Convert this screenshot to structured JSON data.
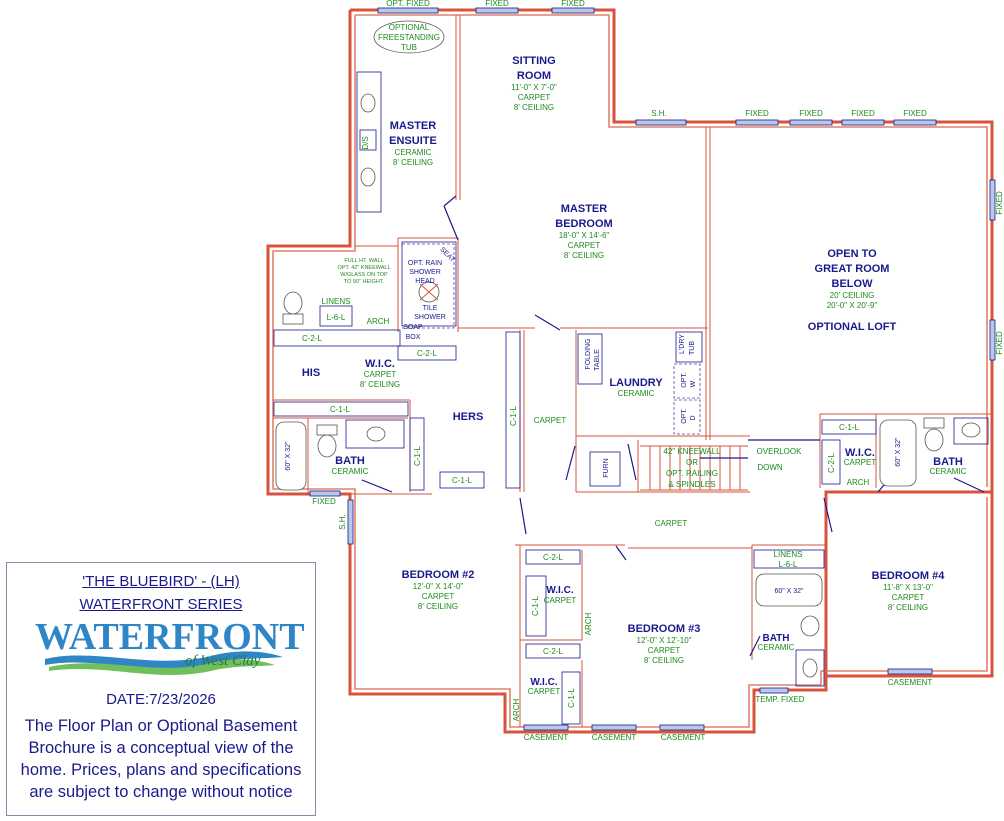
{
  "plan": {
    "rooms": {
      "sitting": {
        "name": [
          "SITTING",
          "ROOM"
        ],
        "size": "11'-0\" X 7'-0\"",
        "floor": "CARPET",
        "ceiling": "8' CEILING"
      },
      "master_bedroom": {
        "name": [
          "MASTER",
          "BEDROOM"
        ],
        "size": "18'-0\" X 14'-6\"",
        "floor": "CARPET",
        "ceiling": "8' CEILING"
      },
      "master_ensuite": {
        "name": [
          "MASTER",
          "ENSUITE"
        ],
        "floor": "CERAMIC",
        "ceiling": "8' CEILING"
      },
      "open_great_room": {
        "name": [
          "OPEN TO",
          "GREAT ROOM",
          "BELOW"
        ],
        "ceiling": "20' CEILING",
        "size": "20'-0\" X 20'-9\""
      },
      "optional_loft": {
        "name": "OPTIONAL LOFT"
      },
      "his": {
        "name": "HIS"
      },
      "hers": {
        "name": "HERS"
      },
      "wic_master": {
        "name": "W.I.C.",
        "floor": "CARPET",
        "ceiling": "8' CEILING"
      },
      "laundry": {
        "name": "LAUNDRY",
        "floor": "CERAMIC"
      },
      "bath_left": {
        "name": "BATH",
        "floor": "CERAMIC"
      },
      "bath_right": {
        "name": "BATH",
        "floor": "CERAMIC"
      },
      "bath_mid": {
        "name": "BATH",
        "floor": "CERAMIC"
      },
      "wic_right": {
        "name": "W.I.C.",
        "floor": "CARPET"
      },
      "wic_b2": {
        "name": "W.I.C.",
        "floor": "CARPET"
      },
      "wic_b3": {
        "name": "W.I.C.",
        "floor": "CARPET"
      },
      "bedroom2": {
        "name": "BEDROOM #2",
        "size": "12'-0\" X 14'-0\"",
        "floor": "CARPET",
        "ceiling": "8' CEILING"
      },
      "bedroom3": {
        "name": "BEDROOM #3",
        "size": "12'-0\" X 12'-10\"",
        "floor": "CARPET",
        "ceiling": "8' CEILING"
      },
      "bedroom4": {
        "name": "BEDROOM #4",
        "size": "11'-8\" X 13'-0\"",
        "floor": "CARPET",
        "ceiling": "8' CEILING"
      }
    },
    "labels": {
      "carpet_hall_left": "CARPET",
      "carpet_hall_mid": "CARPET",
      "overlook": "OVERLOOK",
      "down": "DOWN",
      "kneewall": [
        "42\" KNEEWALL",
        "OR",
        "OPT. RAILING",
        "& SPINDLES"
      ],
      "tub": [
        "OPTIONAL",
        "FREESTANDING",
        "TUB"
      ],
      "shower": [
        "OPT. RAIN",
        "SHOWER",
        "HEAD"
      ],
      "tile_shower": [
        "TILE",
        "SHOWER"
      ],
      "seat": "SEAT",
      "soap_box": [
        "SOAP",
        "BOX"
      ],
      "half_wall_note": [
        "FULL HT. WALL",
        "OPT. 42\" KNEEWALL",
        "W/GLASS ON TOP",
        "TO 90\" HEIGHT."
      ],
      "ds": "D/S",
      "linens_left": "LINENS",
      "l6l_left": "L-6-L",
      "linens_mid": "LINENS",
      "l6l_mid": "L-6-L",
      "arch_master": "ARCH",
      "arch_right": "ARCH",
      "arch_b2": "ARCH",
      "arch_b3": "ARCH",
      "folding_table": [
        "FOLDING",
        "TABLE"
      ],
      "ldry_tub": [
        "L'DRY",
        "TUB"
      ],
      "opt_w": [
        "OPT.",
        "W"
      ],
      "opt_d": [
        "OPT.",
        "D"
      ],
      "furn": "FURN",
      "tub_left": "60\" X 32\"",
      "tub_right": "60\" X 32\"",
      "tub_mid": "60\" X 32\""
    },
    "cabinets": {
      "c2l_his": "C-2-L",
      "c2l_ens": "C-2-L",
      "c1l_his": "C-1-L",
      "c1l_hers_v": "C-1-L",
      "c1l_bath": "C-1-L",
      "c1l_hers_b": "C-1-L",
      "c1l_right": "C-1-L",
      "c2l_right": "C-2-L",
      "c2l_b2top": "C-2-L",
      "c1l_b2": "C-1-L",
      "c2l_b3top": "C-2-L",
      "c1l_b3": "C-1-L"
    },
    "windows": {
      "opt_fixed_top": "OPT. FIXED",
      "fixed_top1": "FIXED",
      "fixed_top2": "FIXED",
      "sh_top": "S.H.",
      "fixed_r1": "FIXED",
      "fixed_r2": "FIXED",
      "fixed_r3": "FIXED",
      "fixed_r4": "FIXED",
      "fixed_side1": "FIXED",
      "fixed_side2": "FIXED",
      "fixed_bath_left": "FIXED",
      "sh_left": "S.H.",
      "casement1": "CASEMENT",
      "casement2": "CASEMENT",
      "casement3": "CASEMENT",
      "casement_right": "CASEMENT",
      "temp_fixed": "TEMP. FIXED"
    }
  },
  "info": {
    "title": "'THE BLUEBIRD' - (LH)",
    "series": "WATERFRONT SERIES",
    "brand_main": "WATERFRONT",
    "brand_sub": "of West Clay",
    "date": "DATE:7/23/2026",
    "disclaimer": [
      "The Floor Plan or Optional Basement",
      "Brochure is a conceptual view of the",
      "home.  Prices, plans and specifications",
      "are subject to change without notice"
    ]
  },
  "colors": {
    "wall": "#d9533c",
    "room_text": "#1a1a8c",
    "detail_text": "#1d8a1d",
    "brand_blue": "#2f86c7",
    "brand_green": "#2a7a46"
  }
}
